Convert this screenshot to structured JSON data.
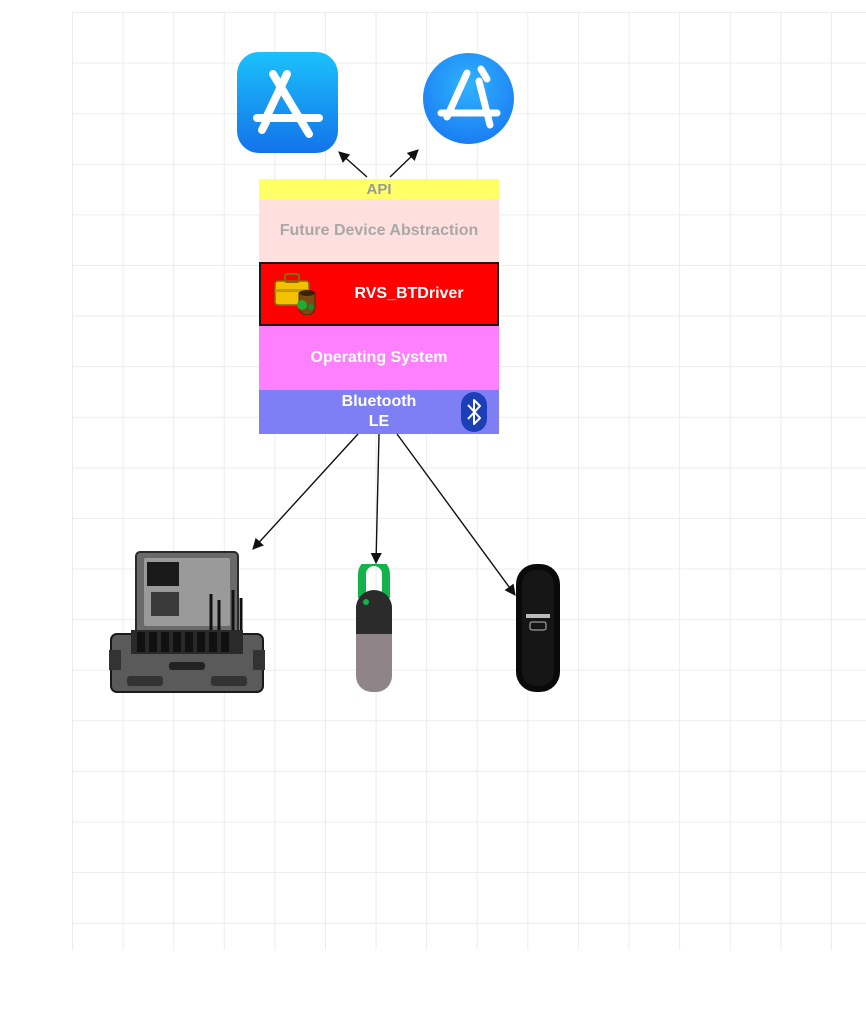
{
  "diagram": {
    "layers": [
      {
        "id": "api",
        "label": "API",
        "color": "#ffff66"
      },
      {
        "id": "fda",
        "label": "Future Device Abstraction",
        "color": "#ffe0de"
      },
      {
        "id": "drv",
        "label": "RVS_BTDriver",
        "color": "#ff0000"
      },
      {
        "id": "os",
        "label": "Operating System",
        "color": "#ff80ff"
      },
      {
        "id": "bt",
        "label": "Bluetooth LE",
        "color": "#7f7ff5"
      }
    ],
    "icons": {
      "top_left": "app-store-icon",
      "top_right": "app-store-circle-icon",
      "driver": "toolbox-icon",
      "bluetooth": "bluetooth-icon"
    },
    "devices": [
      "device-case-icon",
      "device-tag-icon",
      "device-band-icon"
    ]
  }
}
